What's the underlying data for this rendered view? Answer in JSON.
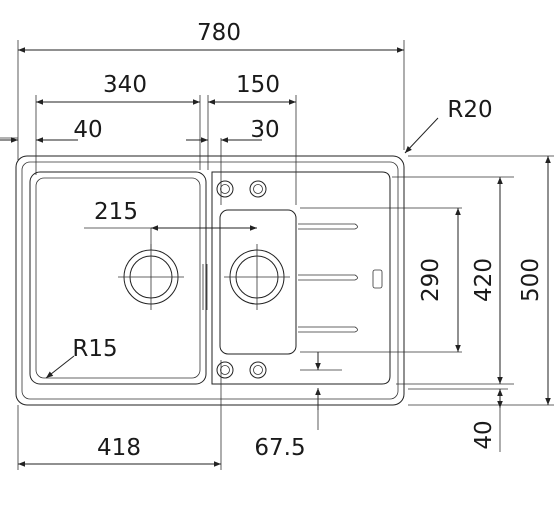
{
  "drawing": {
    "labels": {
      "overall_width": "780",
      "main_bowl_span": "340",
      "second_bowl_span": "150",
      "left_offset": "40",
      "gap_30": "30",
      "corner_outer": "R20",
      "drain_spacing": "215",
      "depth_290": "290",
      "depth_420": "420",
      "depth_500": "500",
      "corner_inner": "R15",
      "left_to_drain": "418",
      "small_offset": "67.5",
      "bottom_40": "40"
    }
  }
}
